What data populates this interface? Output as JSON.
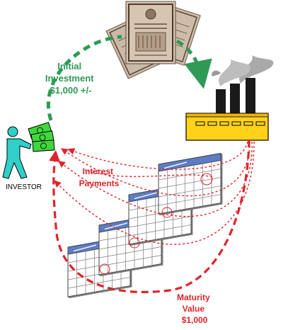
{
  "labels": {
    "initial_investment": [
      "Initial",
      "Investment",
      "$1,000 +/-"
    ],
    "investor": "INVESTOR",
    "interest_payments": [
      "Interest",
      "Payments"
    ],
    "maturity_value": [
      "Maturity",
      "Value",
      "$1,000"
    ]
  },
  "colors": {
    "investment_arrow": "#2e9a55",
    "payment_arrows": "#e0232a",
    "factory_body": "#ffd21a",
    "investor_figure": "#2fd0c8",
    "money": "#3fd83c",
    "calendar_header": "#5c7cc4"
  },
  "icons": {
    "bond_certificates": "bond-certificates-icon",
    "factory": "factory-icon",
    "investor": "investor-person-icon",
    "cash": "cash-bills-icon",
    "calendar": "calendar-icon"
  }
}
